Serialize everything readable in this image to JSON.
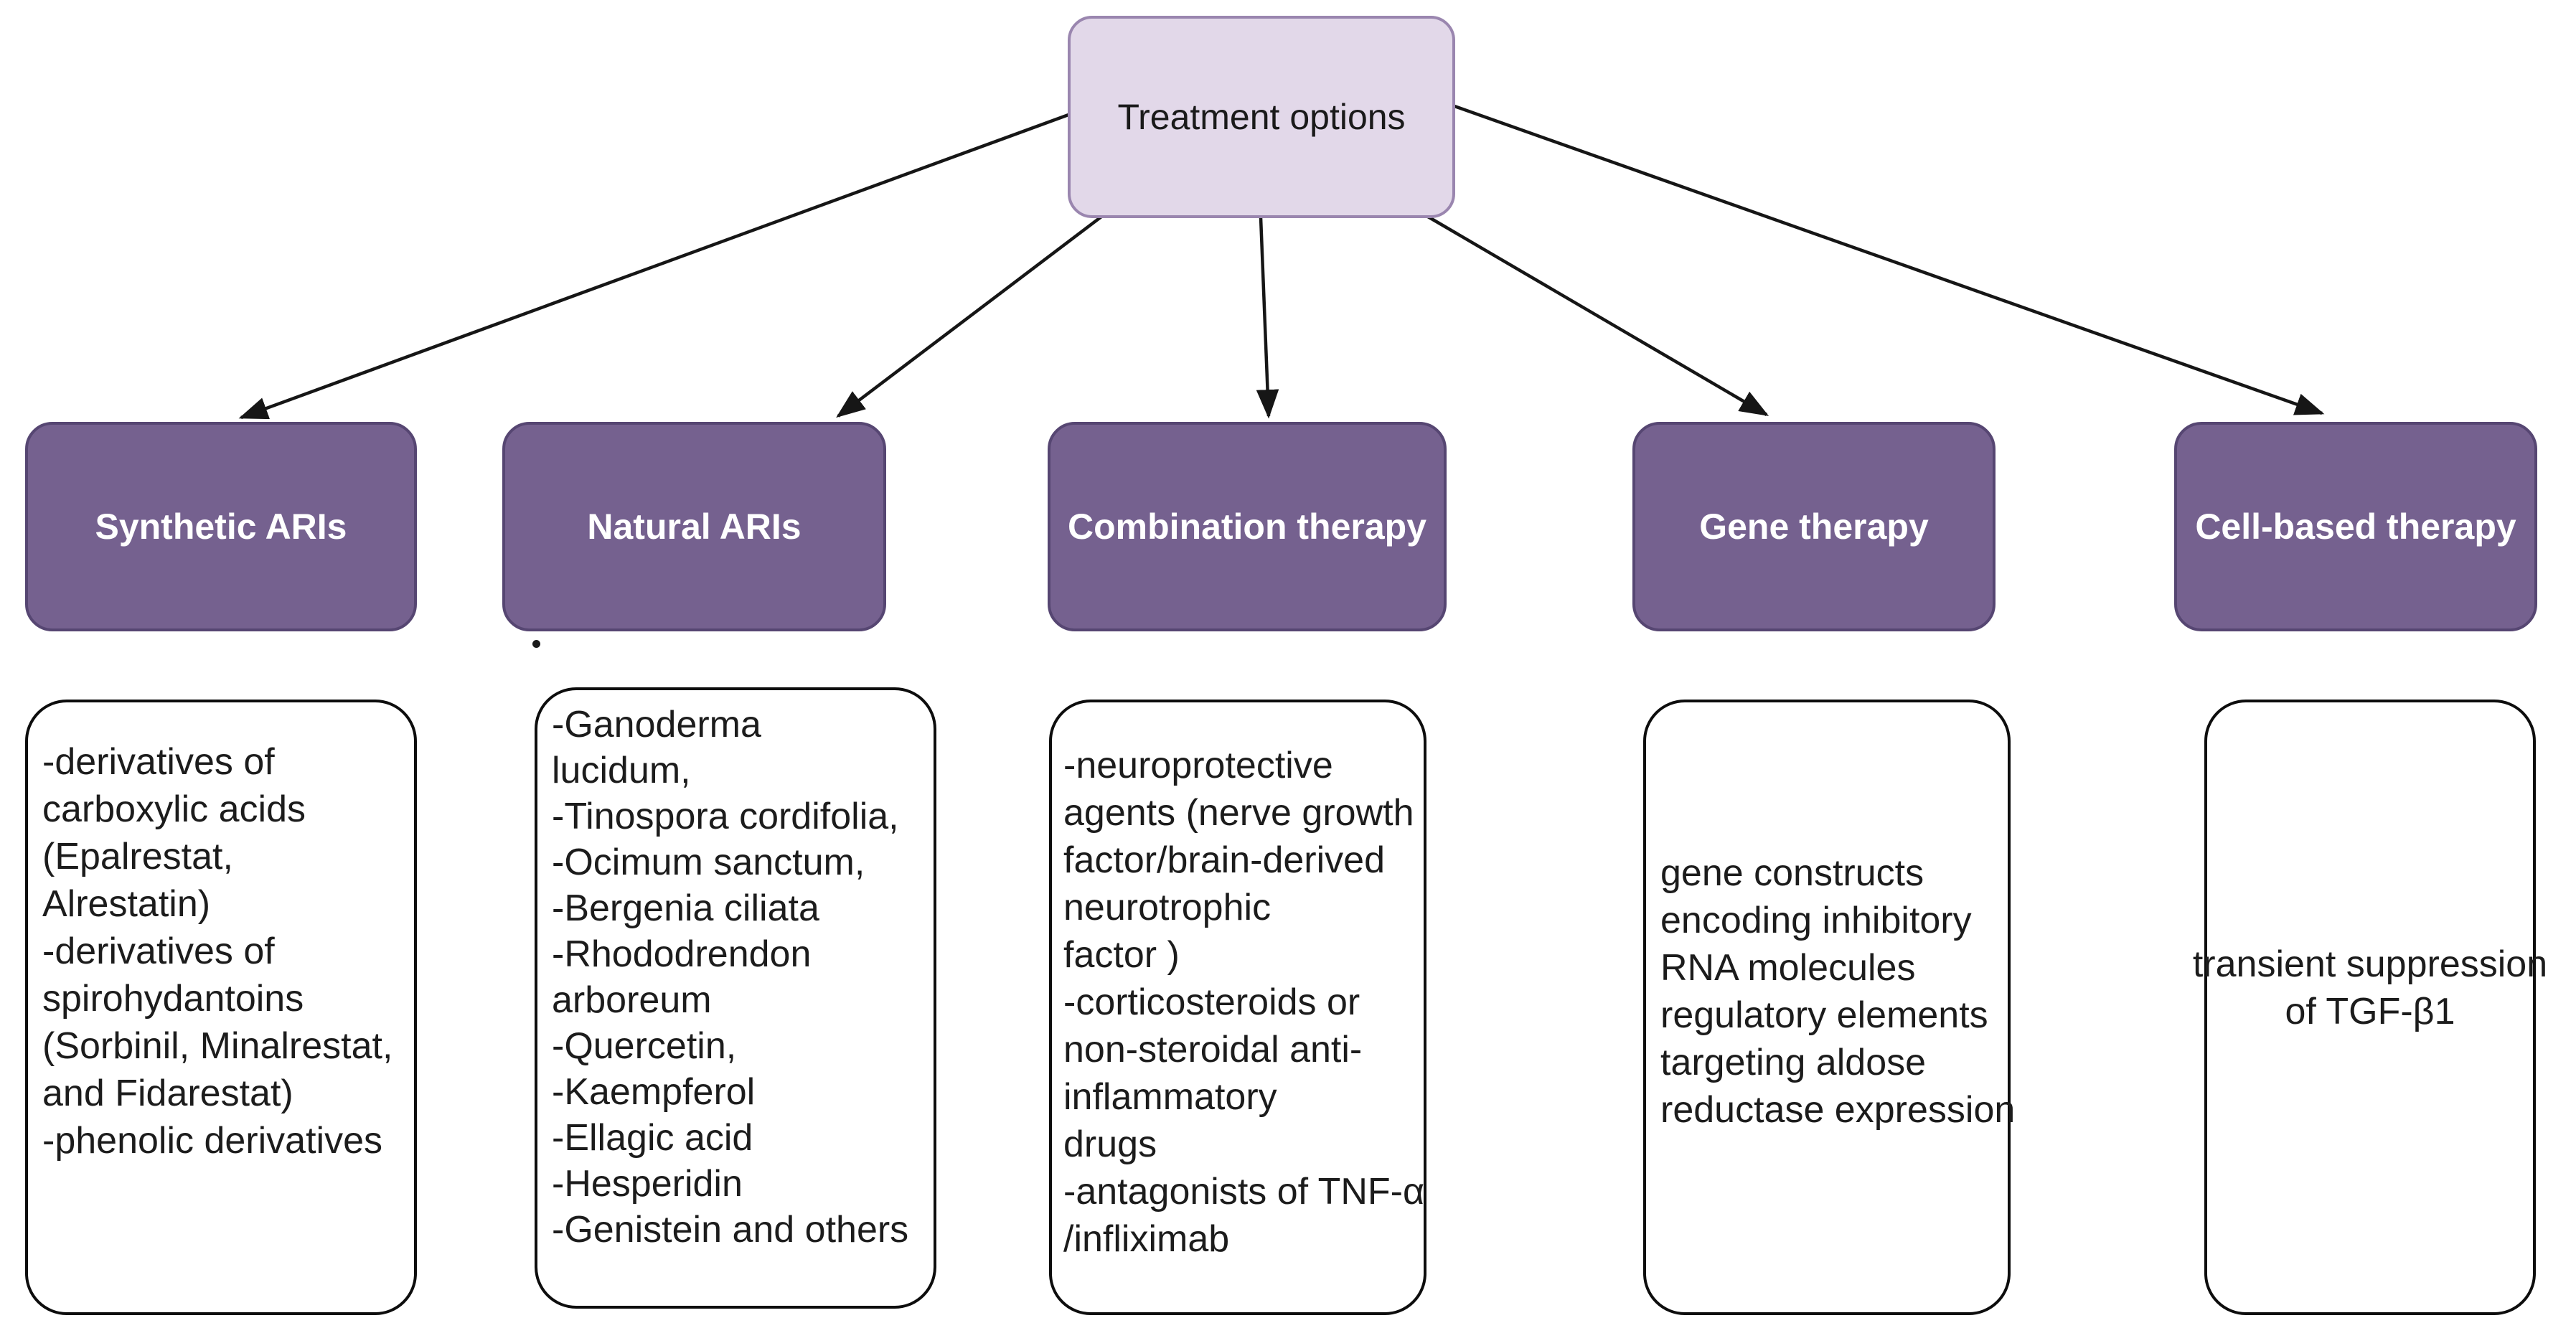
{
  "root": {
    "label": "Treatment options"
  },
  "branches": [
    {
      "id": "synthetic-aris",
      "label": "Synthetic ARIs",
      "details": "-derivatives of\ncarboxylic acids\n(Epalrestat,\nAlrestatin)\n-derivatives of\nspirohydantoins\n(Sorbinil, Minalrestat,\nand Fidarestat)\n-phenolic derivatives"
    },
    {
      "id": "natural-aris",
      "label": "Natural ARIs",
      "details": "-Ganoderma\nlucidum,\n-Tinospora cordifolia,\n-Ocimum sanctum,\n-Bergenia ciliata\n-Rhododrendon\narboreum\n-Quercetin,\n-Kaempferol\n-Ellagic acid\n-Hesperidin\n-Genistein and others"
    },
    {
      "id": "combination-therapy",
      "label": "Combination therapy",
      "details": "-neuroprotective\nagents (nerve growth\nfactor/brain-derived\nneurotrophic\nfactor )\n-corticosteroids or\nnon-steroidal anti-\ninflammatory\ndrugs\n-antagonists of TNF-α\n/infliximab"
    },
    {
      "id": "gene-therapy",
      "label": "Gene therapy",
      "details": "gene constructs\nencoding inhibitory\nRNA molecules\nregulatory elements\ntargeting aldose\nreductase expression"
    },
    {
      "id": "cell-based-therapy",
      "label": "Cell-based therapy",
      "details": "transient suppression\nof TGF-β1"
    }
  ],
  "colors": {
    "root_fill": "#e2d8e9",
    "root_border": "#9a86af",
    "node_fill": "#75618f",
    "node_border": "#564672",
    "detail_border": "#0d0d0d",
    "arrow_color": "#161616",
    "node_text": "#ffffff",
    "detail_text": "#1c1c1c"
  }
}
